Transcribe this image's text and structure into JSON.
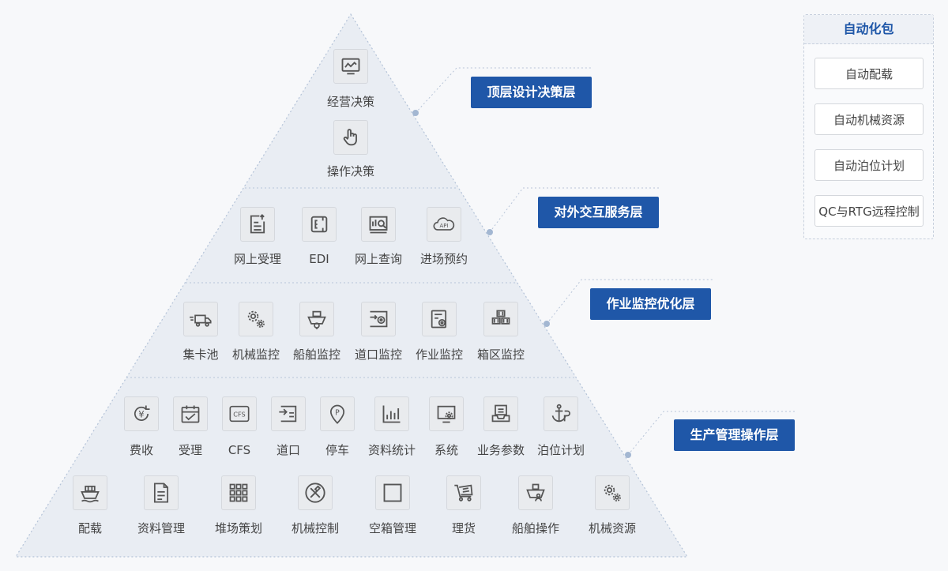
{
  "layers": [
    {
      "label": "顶层设计决策层",
      "items": [
        {
          "label": "经营决策",
          "icon": "monitor-chart-icon"
        },
        {
          "label": "操作决策",
          "icon": "hand-pointer-icon"
        }
      ]
    },
    {
      "label": "对外交互服务层",
      "items": [
        {
          "label": "网上受理",
          "icon": "document-upload-icon"
        },
        {
          "label": "EDI",
          "icon": "edi-icon"
        },
        {
          "label": "网上查询",
          "icon": "search-chart-icon"
        },
        {
          "label": "进场预约",
          "icon": "api-cloud-icon"
        }
      ]
    },
    {
      "label": "作业监控优化层",
      "items": [
        {
          "label": "集卡池",
          "icon": "truck-icon"
        },
        {
          "label": "机械监控",
          "icon": "gears-icon"
        },
        {
          "label": "船舶监控",
          "icon": "ship-monitor-icon"
        },
        {
          "label": "道口监控",
          "icon": "gate-camera-icon"
        },
        {
          "label": "作业监控",
          "icon": "task-camera-icon"
        },
        {
          "label": "箱区监控",
          "icon": "container-stack-icon"
        }
      ]
    },
    {
      "label": "生产管理操作层",
      "items": [
        {
          "label": "费收",
          "icon": "yuan-cycle-icon"
        },
        {
          "label": "受理",
          "icon": "calendar-check-icon"
        },
        {
          "label": "CFS",
          "icon": "cfs-icon"
        },
        {
          "label": "道口",
          "icon": "gate-arrow-icon"
        },
        {
          "label": "停车",
          "icon": "parking-pin-icon"
        },
        {
          "label": "资料统计",
          "icon": "bar-chart-icon"
        },
        {
          "label": "系统",
          "icon": "screen-gear-icon"
        },
        {
          "label": "业务参数",
          "icon": "inbox-tray-icon"
        },
        {
          "label": "泊位计划",
          "icon": "anchor-p-icon"
        }
      ],
      "items2": [
        {
          "label": "配载",
          "icon": "ship-cargo-icon"
        },
        {
          "label": "资料管理",
          "icon": "file-icon"
        },
        {
          "label": "堆场策划",
          "icon": "grid-icon"
        },
        {
          "label": "机械控制",
          "icon": "tools-icon"
        },
        {
          "label": "空箱管理",
          "icon": "empty-box-icon"
        },
        {
          "label": "理货",
          "icon": "cart-icon"
        },
        {
          "label": "船舶操作",
          "icon": "ship-person-icon"
        },
        {
          "label": "机械资源",
          "icon": "gears-icon"
        }
      ]
    }
  ],
  "automation": {
    "title": "自动化包",
    "items": [
      "自动配载",
      "自动机械资源",
      "自动泊位计划",
      "QC与RTG远程控制"
    ]
  },
  "colors": {
    "accent": "#1f57a8",
    "pyramid_fill": "#e9edf3",
    "icon": "#555555"
  }
}
